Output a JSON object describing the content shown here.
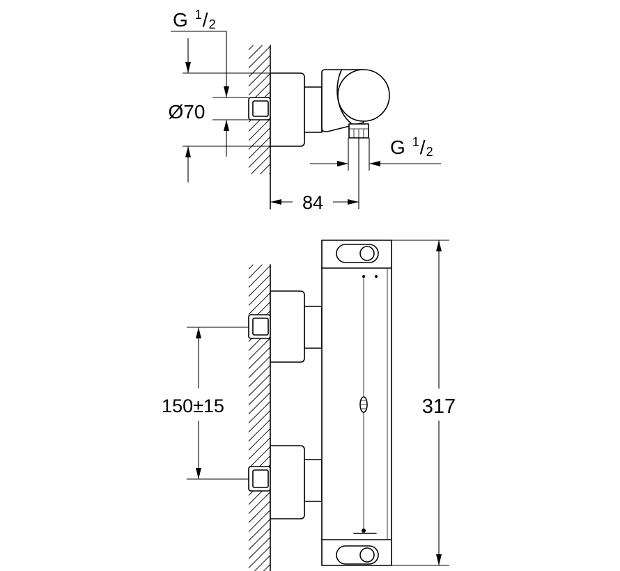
{
  "labels": {
    "thread_top": {
      "base": "G",
      "num": "1",
      "slash": "/",
      "den": "2"
    },
    "diameter": "Ø70",
    "thread_outlet": {
      "base": "G",
      "num": "1",
      "slash": "/",
      "den": "2"
    },
    "projection": "84",
    "inlet_spacing": "150±15",
    "overall_height": "317"
  }
}
